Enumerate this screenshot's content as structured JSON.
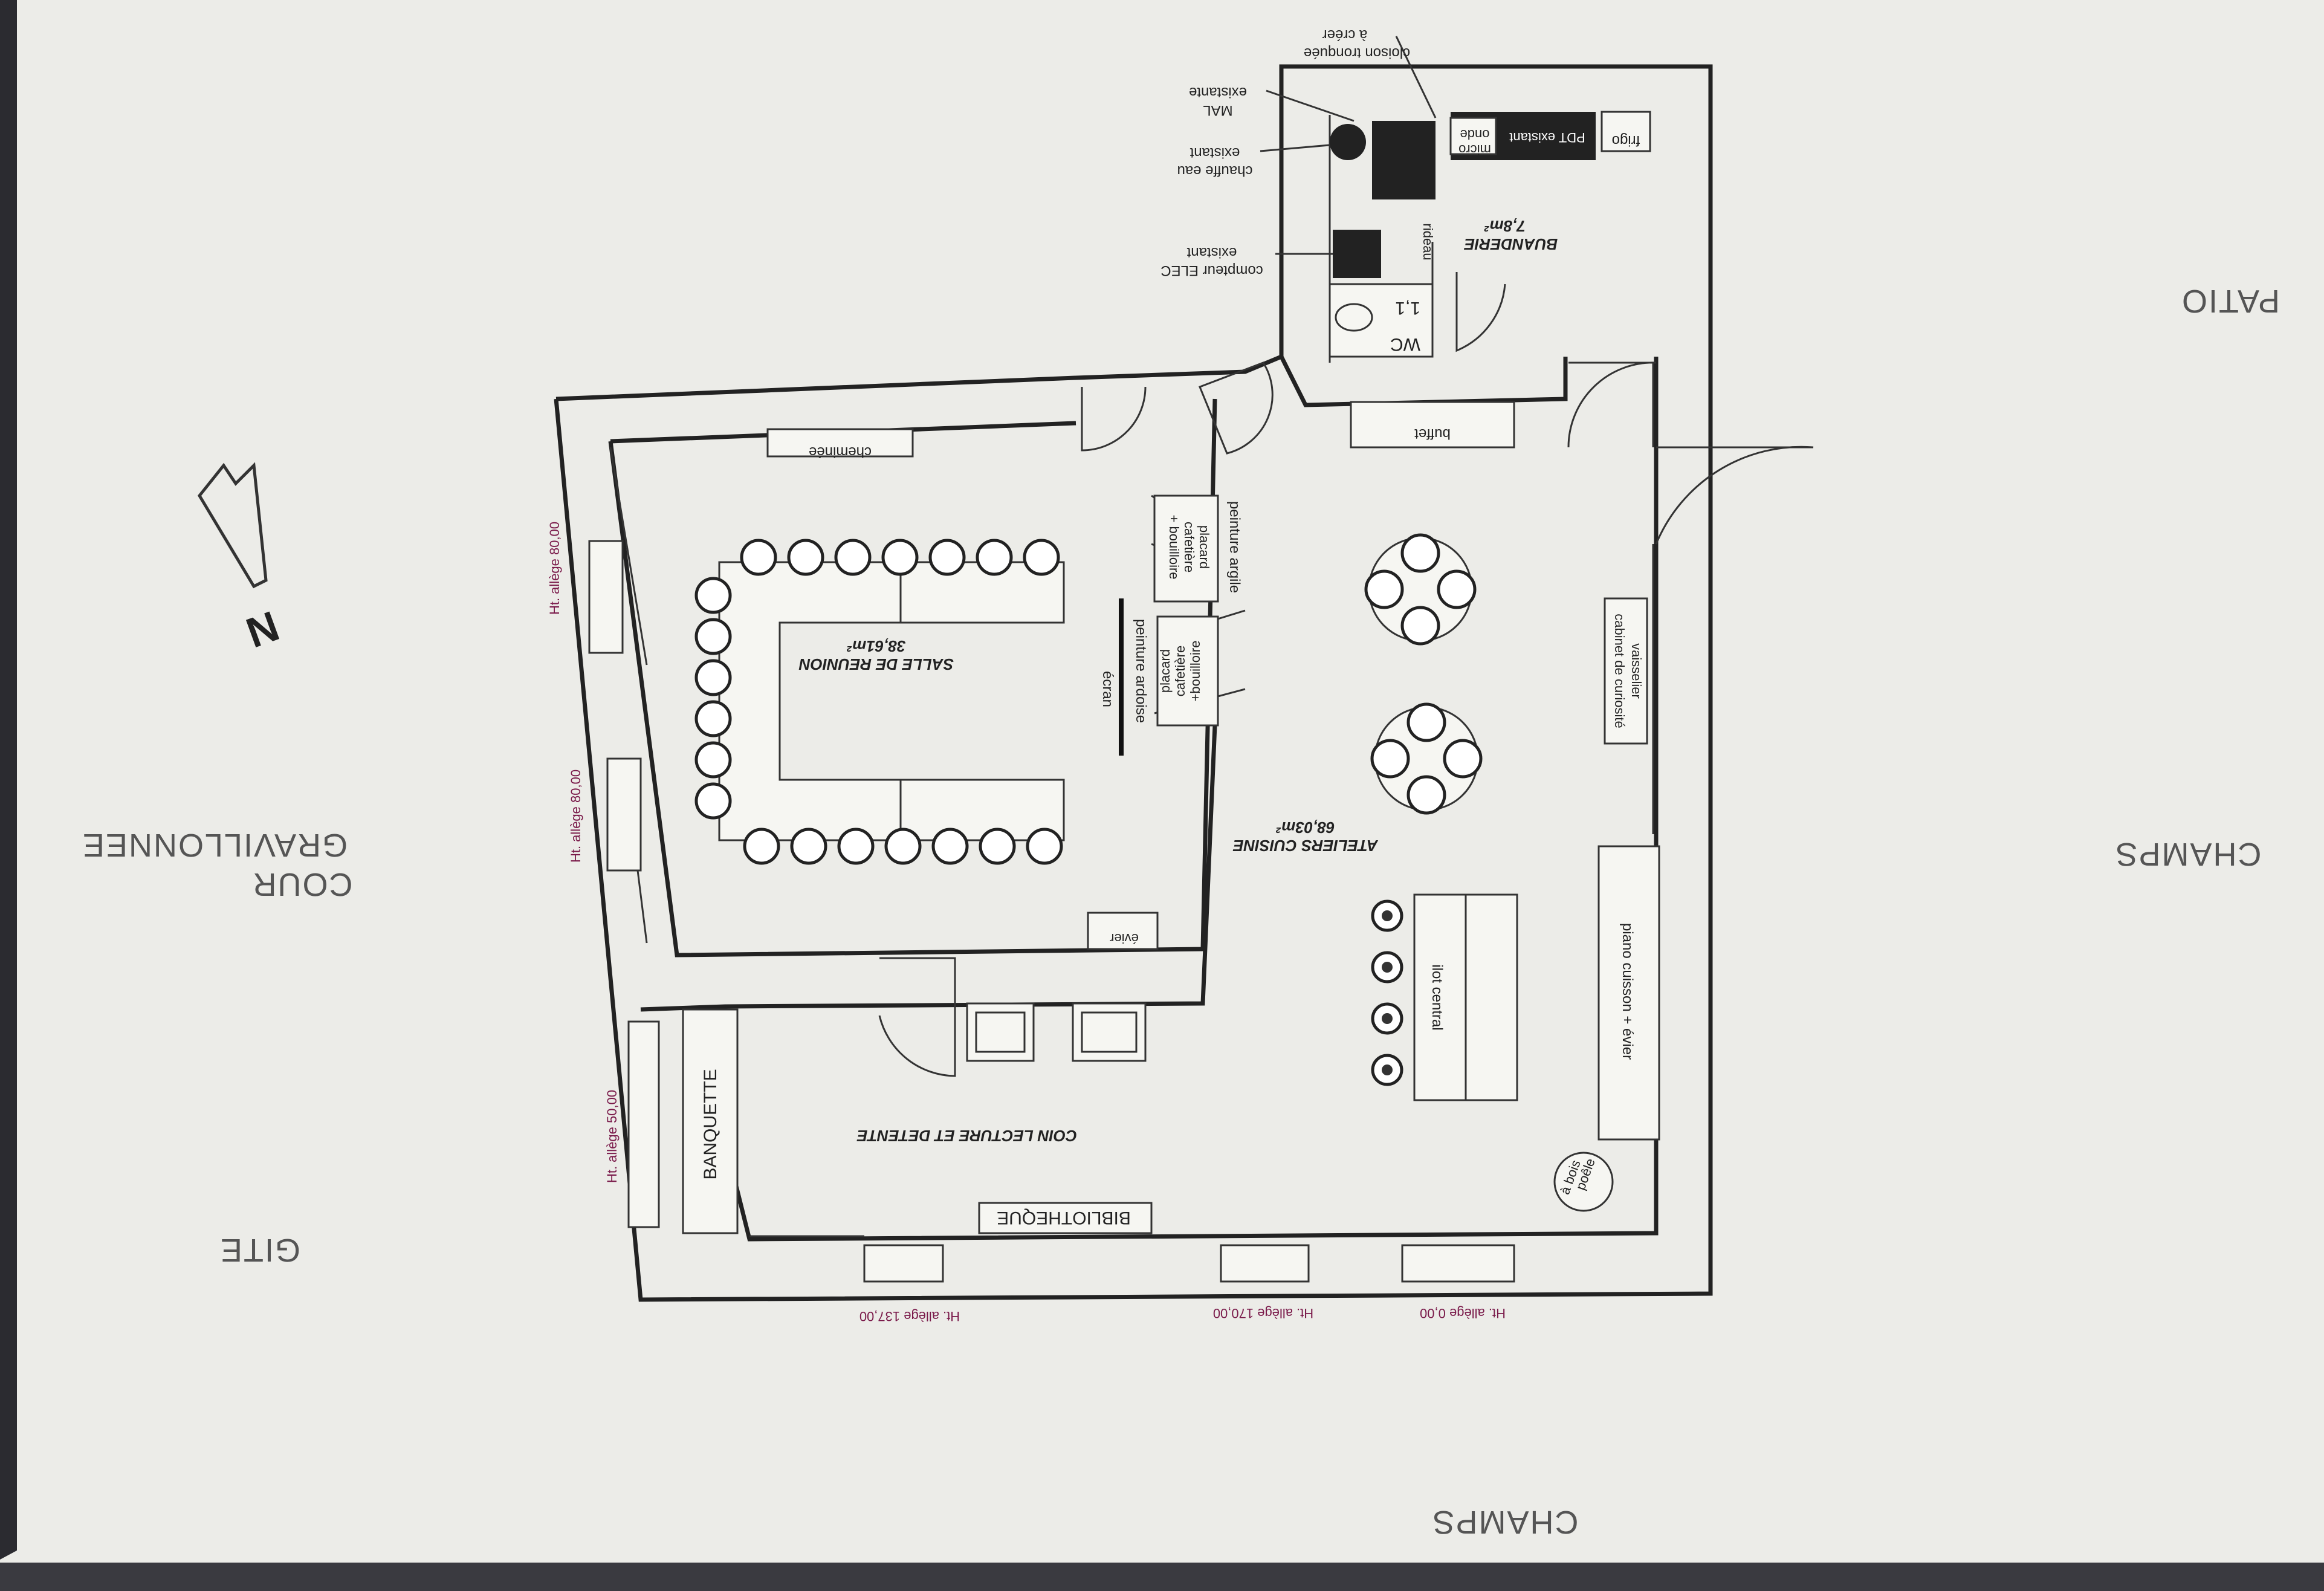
{
  "plan": {
    "surroundings": {
      "patio": "PATIO",
      "champs_east": "CHAMPS",
      "champs_south": "CHAMPS",
      "cour_line1": "COUR",
      "cour_line2": "GRAVILLONNEE",
      "gite": "GITE"
    },
    "north": "N",
    "rooms": {
      "salle_name": "SALLE DE REUNION",
      "salle_area": "38,61m²",
      "ateliers_name": "ATELIERS CUISINE",
      "ateliers_area": "68,03m²",
      "buanderie_name": "BUANDERIE",
      "buanderie_area": "7,8m²",
      "coin": "COIN LECTURE ET DETENTE",
      "wc": "WC",
      "wc_area": "1,1"
    },
    "furniture": {
      "cheminee": "cheminée",
      "ecran": "écran",
      "peinture_ardoise": "peinture ardoise",
      "peinture_argile": "peinture argile",
      "placard1_l1": "placard",
      "placard1_l2": "cafetière",
      "placard1_l3": "+ bouilloire",
      "placard2_l1": "placard",
      "placard2_l2": "cafetière",
      "placard2_l3": "+bouilloire",
      "evier": "évier",
      "buffet": "buffet",
      "vaisselier_l1": "vaisselier",
      "vaisselier_l2": "cabinet de curiosité",
      "piano": "piano cuisson + évier",
      "ilot": "ilot central",
      "poele_l1": "poêle",
      "poele_l2": "à bois",
      "banquette": "BANQUETTE",
      "bibliotheque": "BIBLIOTHEQUE",
      "frigo": "frigo",
      "pdt": "PDT existant",
      "micro_l1": "micro",
      "micro_l2": "onde",
      "rideau": "rideau"
    },
    "annotations": {
      "cloison_l1": "cloison tronquée",
      "cloison_l2": "à créer",
      "mal_l1": "MAL",
      "mal_l2": "existante",
      "chauffe_l1": "chauffe eau",
      "chauffe_l2": "existant",
      "compteur_l1": "compteur ELEC",
      "compteur_l2": "existant"
    },
    "sill_heights": {
      "w80_top": "Ht. allège 80,00",
      "w80_mid": "Ht. allège 80,00",
      "w50": "Ht. allège 50,00",
      "w137": "Ht. allège 137,00",
      "w170": "Ht. allège 170,00",
      "w0": "Ht. allège 0,00"
    }
  }
}
